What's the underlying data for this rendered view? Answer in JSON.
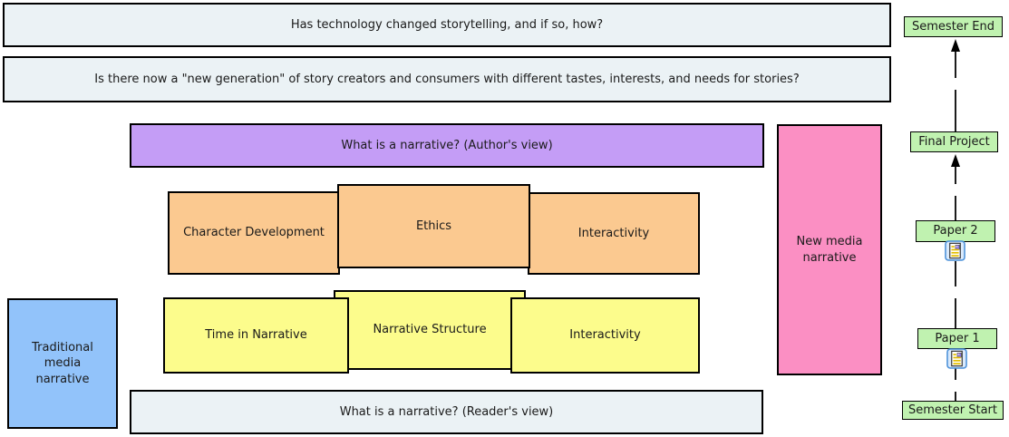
{
  "questions": {
    "q1": "Has technology changed storytelling, and if so, how?",
    "q2": "Is there now a \"new generation\" of story creators and consumers with different tastes, interests, and needs for stories?"
  },
  "views": {
    "author": "What is a narrative? (Author's view)",
    "reader": "What is a narrative? (Reader's view)"
  },
  "author_topics": [
    "Character Development",
    "Ethics",
    "Interactivity"
  ],
  "reader_topics": [
    "Time in Narrative",
    "Narrative Structure",
    "Interactivity"
  ],
  "media": {
    "traditional": "Traditional media narrative",
    "new": "New media narrative"
  },
  "timeline": {
    "milestones": [
      {
        "label": "Semester End"
      },
      {
        "label": "Final Project"
      },
      {
        "label": "Paper 2",
        "icon": "attached-document-icon"
      },
      {
        "label": "Paper 1",
        "icon": "attached-document-icon"
      },
      {
        "label": "Semester Start"
      }
    ],
    "direction": "up"
  },
  "colors": {
    "question_bar": "#EBF2F5",
    "author_view_bar": "#C49DF6",
    "author_topic": "#FBC990",
    "reader_view_bar": "#EBF2F5",
    "reader_topic": "#FCFC8C",
    "traditional_media": "#92C3FA",
    "new_media": "#FB8FC3",
    "milestone": "#C0F2B0",
    "border": "#000000"
  }
}
